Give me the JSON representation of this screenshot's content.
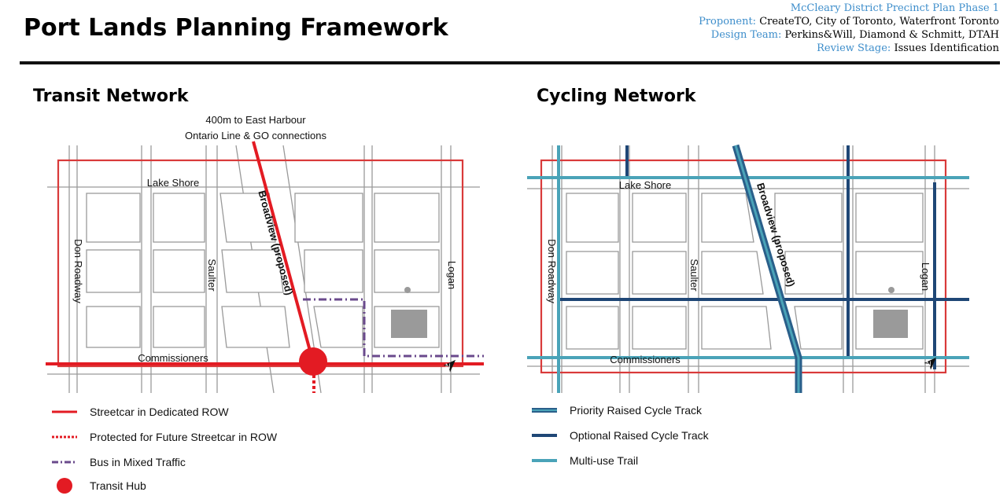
{
  "header": {
    "title": "Port Lands Planning Framework",
    "meta": {
      "project": "McCleary District Precinct Plan Phase 1",
      "proponent_label": "Proponent:",
      "proponent_value": "CreateTO, City of Toronto, Waterfront Toronto",
      "design_team_label": "Design Team:",
      "design_team_value": "Perkins&Will, Diamond & Schmitt, DTAH",
      "review_stage_label": "Review Stage:",
      "review_stage_value": "Issues Identification"
    }
  },
  "transit": {
    "title": "Transit Network",
    "callout_line1": "400m to East Harbour",
    "callout_line2": "Ontario Line & GO connections",
    "streets": {
      "lake_shore": "Lake Shore",
      "don_roadway": "Don Roadway",
      "saulter": "Saulter",
      "logan": "Logan",
      "broadview": "Broadview (proposed)",
      "commissioners": "Commissioners"
    },
    "north_label": "N",
    "legend": [
      {
        "label": "Streetcar in Dedicated ROW",
        "style": "solid"
      },
      {
        "label": "Protected for Future Streetcar in ROW",
        "style": "dotted"
      },
      {
        "label": "Bus in Mixed Traffic",
        "style": "dashdot"
      },
      {
        "label": "Transit Hub",
        "style": "circle"
      }
    ]
  },
  "cycling": {
    "title": "Cycling Network",
    "streets": {
      "lake_shore": "Lake Shore",
      "don_roadway": "Don Roadway",
      "saulter": "Saulter",
      "logan": "Logan",
      "broadview": "Broadview (proposed)",
      "commissioners": "Commissioners"
    },
    "north_label": "N",
    "legend": [
      {
        "label": "Priority Raised Cycle Track",
        "style": "priority"
      },
      {
        "label": "Optional Raised Cycle Track",
        "style": "optional"
      },
      {
        "label": "Multi-use Trail",
        "style": "trail"
      }
    ]
  },
  "colors": {
    "streetcar": "#e31b23",
    "bus": "#6a4a8c",
    "priority_track": "#2a5f8a",
    "optional_track": "#1f4776",
    "trail": "#4aa3b8",
    "frame": "#d93a3a",
    "accent_blue": "#3e8ecb",
    "block_stroke": "#9a9a9a",
    "building": "#9a9a9a"
  }
}
